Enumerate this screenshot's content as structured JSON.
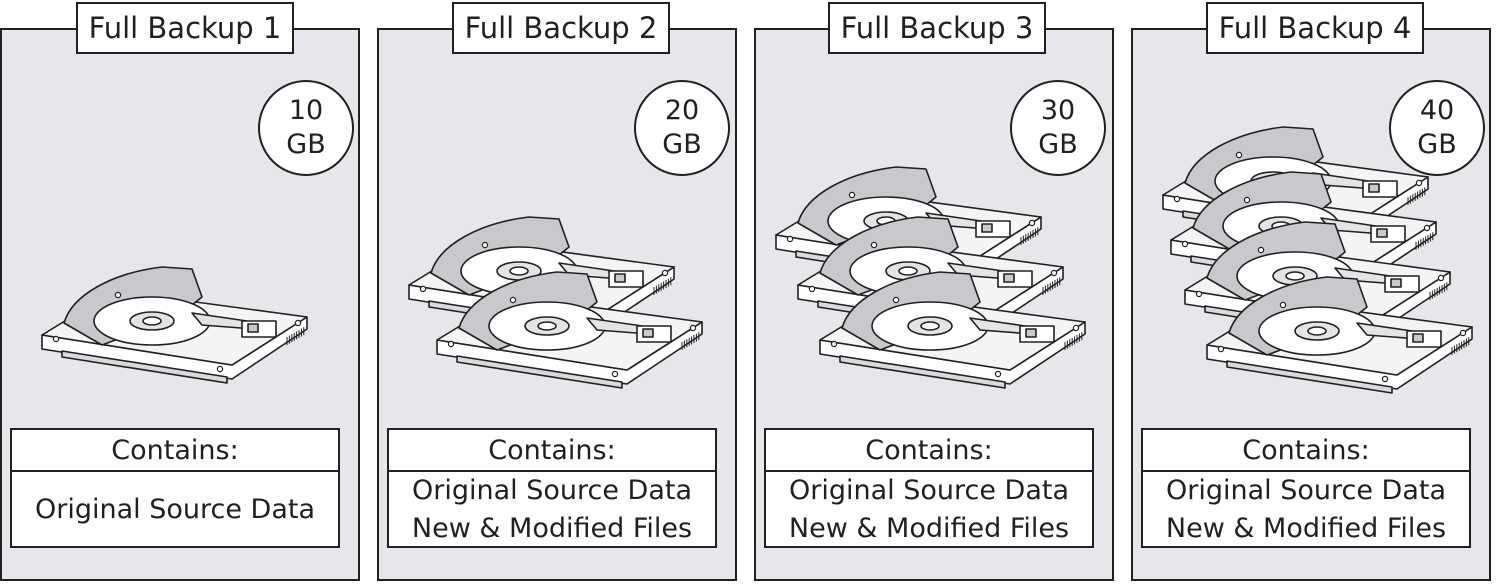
{
  "panels": [
    {
      "title": "Full Backup 1",
      "size_value": "10",
      "size_unit": "GB",
      "drive_count": 1,
      "contents_header": "Contains:",
      "contents_lines": [
        "Original Source Data"
      ]
    },
    {
      "title": "Full Backup 2",
      "size_value": "20",
      "size_unit": "GB",
      "drive_count": 2,
      "contents_header": "Contains:",
      "contents_lines": [
        "Original Source Data",
        "New & Modified Files"
      ]
    },
    {
      "title": "Full Backup 3",
      "size_value": "30",
      "size_unit": "GB",
      "drive_count": 3,
      "contents_header": "Contains:",
      "contents_lines": [
        "Original Source Data",
        "New & Modified Files"
      ]
    },
    {
      "title": "Full Backup 4",
      "size_value": "40",
      "size_unit": "GB",
      "drive_count": 4,
      "contents_header": "Contains:",
      "contents_lines": [
        "Original Source Data",
        "New & Modified Files"
      ]
    }
  ],
  "icons": {
    "drive": "hard-drive-icon",
    "size": "storage-size-circle"
  },
  "colors": {
    "panel_background": "#e6e7ea",
    "outline": "#231f20",
    "box_background": "#ffffff"
  }
}
